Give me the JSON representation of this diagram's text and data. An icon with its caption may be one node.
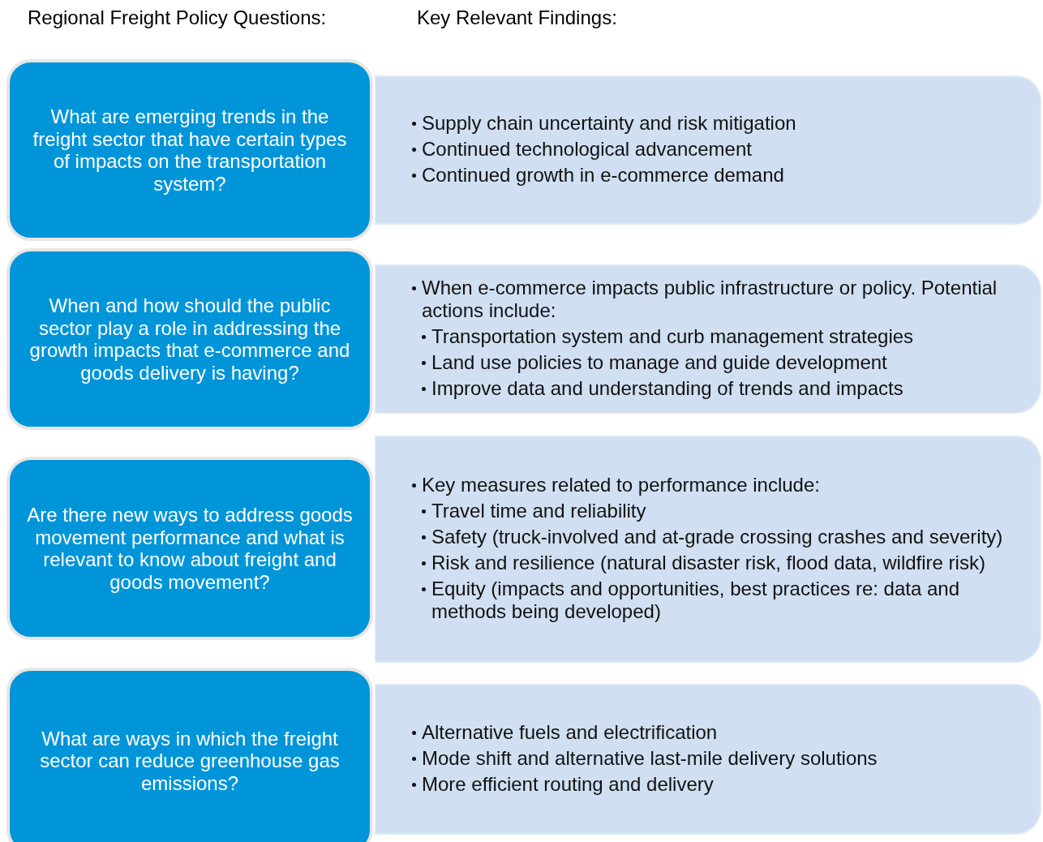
{
  "diagram": {
    "nodes": [
      {
        "text": [
          "What are emerging trends in the freight sector that have certain types of impacts on the transportation system?"
        ]
      },
      {
        "text": [
          "Supply chain uncertainty and risk mitigation",
          "Continued technological advancement",
          "Continued growth in e-commerce demand"
        ]
      },
      {
        "text": [
          "When and how should the public sector play a role in addressing the growth impacts that e-commerce and goods delivery is having?"
        ]
      },
      {
        "text": [
          "When e-commerce impacts public infrastructure or policy. Potential actions include:",
          "Transportation system and curb management strategies",
          "Land use policies to manage and guide development",
          "Improve data and understanding of trends and impacts"
        ]
      },
      {
        "text": [
          "Are there new ways to address goods movement performance and what is relevant to know about freight and goods movement?"
        ]
      },
      {
        "text": [
          "Key measures related to performance include:",
          "Travel time and reliability",
          "Safety (truck-involved and at-grade crossing crashes and severity)",
          "Risk and resilience (natural disaster risk, flood data, wildfire risk)",
          "Equity (impacts and opportunities, best practices re: data and methods being developed)"
        ]
      },
      {
        "text": [
          "What are ways in which the freight sector can reduce greenhouse gas emissions?"
        ]
      },
      {
        "text": [
          "Alternative fuels and electrification",
          "Mode shift and alternative last-mile delivery solutions",
          "More efficient routing and delivery"
        ]
      }
    ],
    "edges": [],
    "labels": [
      "Regional Freight Policy Questions:",
      "Key Relevant Findings:"
    ]
  }
}
